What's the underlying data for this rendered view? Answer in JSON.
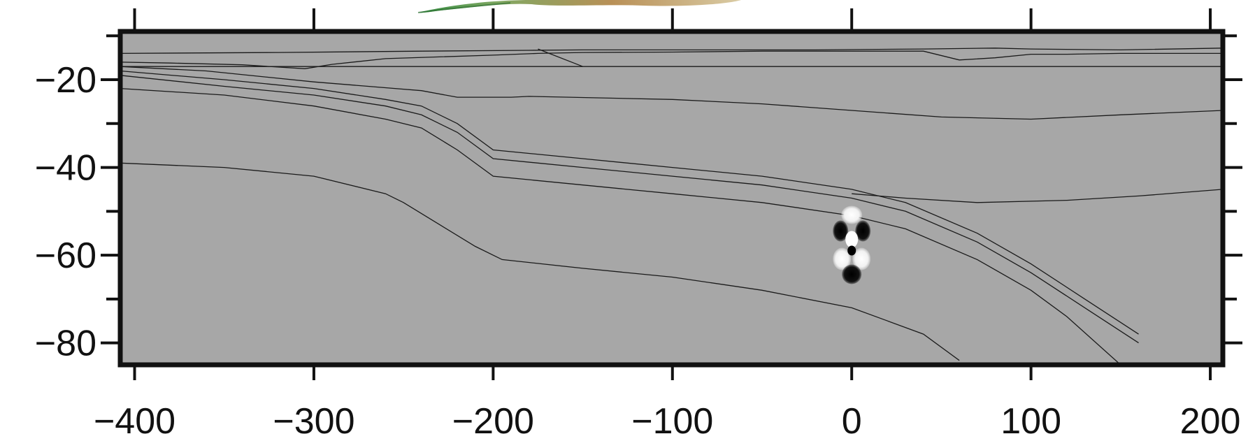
{
  "colors": {
    "plot_background": "#a7a7a7",
    "frame": "#111111",
    "contour_line": "#1a1a1a",
    "topography_strip": [
      "#2f8a3d",
      "#7aa35a",
      "#b58a4e",
      "#d8c9a0"
    ]
  },
  "chart_data": {
    "type": "line",
    "title": "",
    "xlabel": "",
    "ylabel": "",
    "xlim": [
      -408,
      207
    ],
    "ylim": [
      -85,
      -9
    ],
    "grid": false,
    "x_ticks": [
      {
        "value": -400,
        "label": "−400"
      },
      {
        "value": -300,
        "label": "−300"
      },
      {
        "value": -200,
        "label": "−200"
      },
      {
        "value": -100,
        "label": "−100"
      },
      {
        "value": 0,
        "label": "0"
      },
      {
        "value": 100,
        "label": "100"
      },
      {
        "value": 200,
        "label": "200"
      }
    ],
    "y_ticks": [
      {
        "value": -20,
        "label": "−20"
      },
      {
        "value": -40,
        "label": "−40"
      },
      {
        "value": -60,
        "label": "−60"
      },
      {
        "value": -80,
        "label": "−80"
      }
    ],
    "y_minor_ticks": [
      -10,
      -30,
      -50,
      -70
    ],
    "series": [
      {
        "x": [
          -408,
          -320,
          -240,
          -180,
          -150,
          -100,
          -20,
          40,
          80,
          100,
          150,
          207
        ],
        "y": [
          -14,
          -13.8,
          -13.5,
          -13.3,
          -13.2,
          -13.2,
          -13.2,
          -13.0,
          -12.8,
          -13.0,
          -13.2,
          -12.8
        ]
      },
      {
        "x": [
          -408,
          -260,
          -180,
          -150,
          -100,
          -60,
          0,
          30,
          60,
          90,
          130,
          207
        ],
        "y": [
          -17,
          -17,
          -17,
          -17,
          -17,
          -17,
          -17,
          -17,
          -17,
          -17,
          -17,
          -17
        ]
      },
      {
        "x": [
          -408,
          -380,
          -340,
          -305,
          -290,
          -260,
          -200,
          -175,
          -150,
          -100,
          -50,
          0,
          40,
          60,
          80,
          100,
          120,
          150,
          180,
          207
        ],
        "y": [
          -16,
          -16.2,
          -16.6,
          -17.5,
          -16.5,
          -15.2,
          -14.4,
          -14.0,
          -13.8,
          -13.7,
          -13.5,
          -13.5,
          -13.5,
          -15.5,
          -15.0,
          -14.2,
          -14.2,
          -14.0,
          -14.0,
          -14.0
        ]
      },
      {
        "x": [
          -175,
          -150
        ],
        "y": [
          -13.0,
          -17.0
        ]
      },
      {
        "x": [
          -408,
          -360,
          -300,
          -240,
          -220,
          -190,
          -180,
          -100,
          -50,
          0,
          50,
          100,
          150,
          207
        ],
        "y": [
          -17,
          -18,
          -20.5,
          -22.5,
          -24,
          -24,
          -23.8,
          -24.5,
          -25.5,
          -27,
          -28.5,
          -29,
          -28,
          -27
        ]
      },
      {
        "x": [
          -408,
          -350,
          -300,
          -260,
          -240,
          -220,
          -200,
          -150,
          -100,
          -50,
          0,
          30,
          70,
          100,
          130,
          160
        ],
        "y": [
          -18,
          -20,
          -22,
          -24.5,
          -26,
          -30,
          -36,
          -38,
          -40,
          -42,
          -45,
          -48,
          -55,
          -62,
          -70,
          -78
        ]
      },
      {
        "x": [
          -408,
          -350,
          -300,
          -260,
          -240,
          -220,
          -200,
          -150,
          -100,
          -50,
          0,
          30,
          70,
          100,
          130,
          160
        ],
        "y": [
          -19,
          -21.5,
          -23.5,
          -26,
          -28,
          -32,
          -38,
          -40,
          -42,
          -44,
          -47,
          -50,
          -57,
          -64,
          -72,
          -80
        ]
      },
      {
        "x": [
          -408,
          -350,
          -300,
          -260,
          -240,
          -220,
          -200,
          -150,
          -100,
          -50,
          0,
          30,
          70,
          100,
          120,
          150
        ],
        "y": [
          -22,
          -23.5,
          -26,
          -29,
          -31,
          -36,
          -42,
          -44,
          -46,
          -48,
          -51,
          -54,
          -61,
          -68,
          -74,
          -85
        ]
      },
      {
        "x": [
          -408,
          -350,
          -300,
          -260,
          -250,
          -230,
          -210,
          -195,
          -150,
          -100,
          -50,
          0,
          20,
          40,
          60
        ],
        "y": [
          -39,
          -40,
          -42,
          -46,
          -48,
          -53,
          -58,
          -61,
          -63,
          -65,
          -68,
          -72,
          -75,
          -78,
          -84
        ]
      },
      {
        "x": [
          0,
          30,
          70,
          120,
          160,
          207
        ],
        "y": [
          -46,
          -47,
          -48,
          -47.5,
          -46.5,
          -45
        ]
      }
    ],
    "annotations": [
      {
        "type": "focal-mechanism",
        "x": 0,
        "y": -58
      }
    ]
  }
}
